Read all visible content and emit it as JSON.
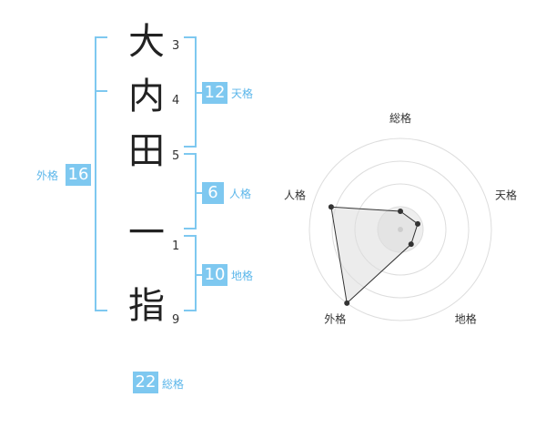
{
  "name": {
    "characters": [
      {
        "char": "大",
        "strokes": "3"
      },
      {
        "char": "内",
        "strokes": "4"
      },
      {
        "char": "田",
        "strokes": "5"
      },
      {
        "char": "一",
        "strokes": "1"
      },
      {
        "char": "指",
        "strokes": "9"
      }
    ]
  },
  "fortunes": {
    "tenkaku": {
      "value": "12",
      "label": "天格"
    },
    "jinkaku": {
      "value": "6",
      "label": "人格"
    },
    "chikaku": {
      "value": "10",
      "label": "地格"
    },
    "gaikaku": {
      "value": "16",
      "label": "外格"
    },
    "soukaku": {
      "value": "22",
      "label": "総格"
    }
  },
  "chart_data": {
    "type": "radar",
    "axes": [
      "総格",
      "天格",
      "地格",
      "外格",
      "人格"
    ],
    "values": [
      0.2,
      0.2,
      0.2,
      1.0,
      0.8
    ],
    "rings": 4,
    "max": 1.0,
    "colors": {
      "grid": "#dddddd",
      "fill": "#f2f2f2",
      "line": "#333333",
      "point": "#333333"
    }
  },
  "colors": {
    "accent": "#7ec8f0",
    "label": "#5bb6ea"
  }
}
